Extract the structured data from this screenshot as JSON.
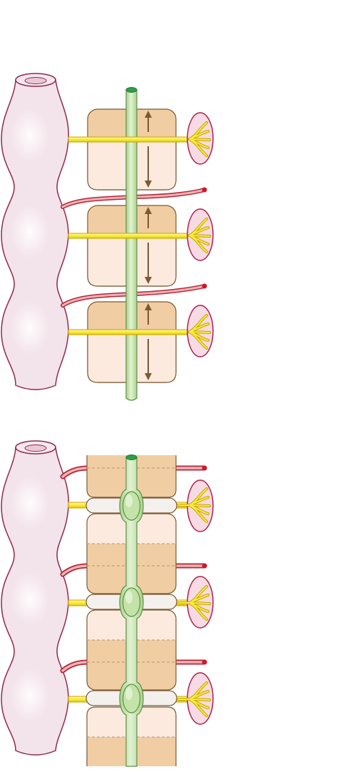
{
  "colors": {
    "tube_fill": "#f3e3ea",
    "tube_stroke": "#8f2a4e",
    "tube_highlight": "#ffffff",
    "somite_light": "#fbeadd",
    "somite_dark": "#f0cda3",
    "somite_stroke": "#7a5a33",
    "notochord_fill": "#c4e3a8",
    "notochord_stroke": "#5f8f4a",
    "notochord_cap": "#2f9e4a",
    "nerve_fill": "#f7ec3c",
    "nerve_stroke": "#c9a400",
    "artery_fill": "#e9a0a0",
    "artery_stroke": "#b6263a",
    "artery_tip": "#d01828",
    "ganglion_fill": "#f6dbe4",
    "ganglion_stroke": "#b0204a",
    "disc_fill": "#f4f0ee",
    "arrow_color": "#7a5a33"
  },
  "panels": [
    {
      "name": "segmented-stage",
      "segments": 3,
      "features": [
        "sclerotome-blocks",
        "intersegmental-arteries",
        "spinal-nerves",
        "growth-arrows"
      ]
    },
    {
      "name": "resegmented-stage",
      "segments": 3,
      "features": [
        "vertebral-bodies",
        "intervertebral-discs",
        "nucleus-pulposus-swellings",
        "spinal-nerves",
        "intersegmental-arteries"
      ]
    }
  ]
}
